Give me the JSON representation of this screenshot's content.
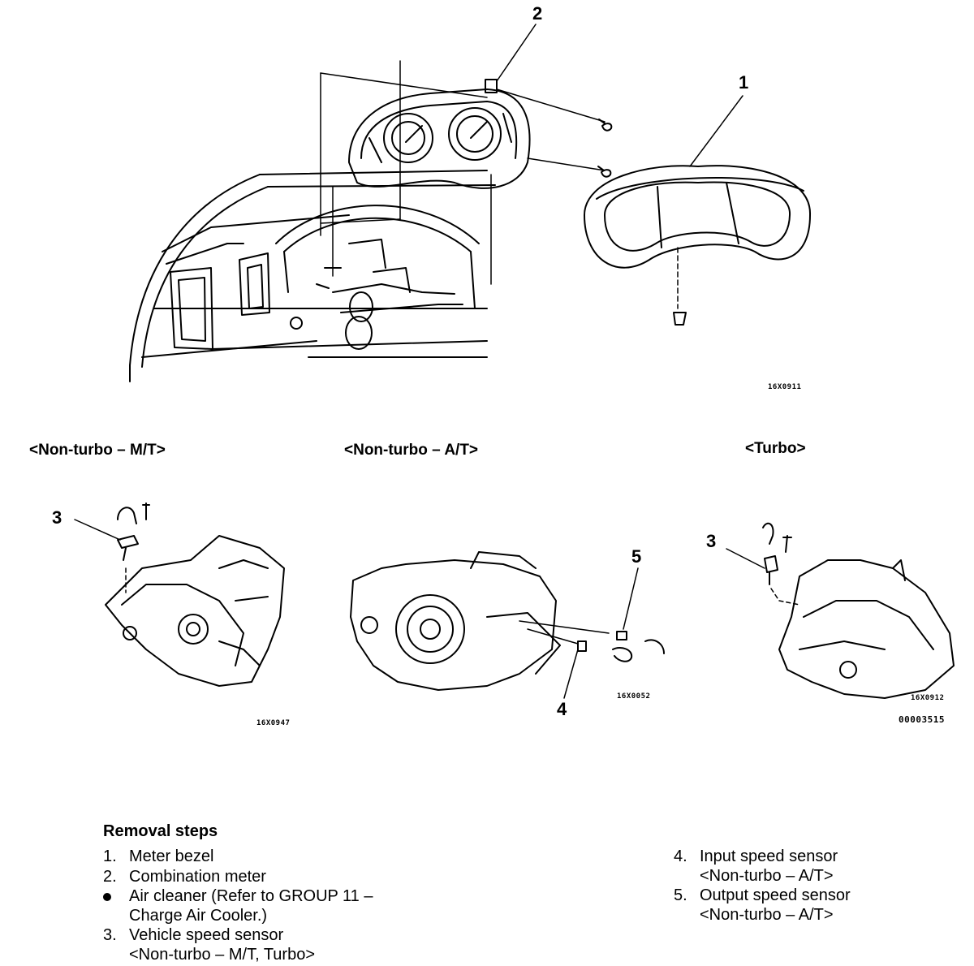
{
  "callouts": {
    "c1": "1",
    "c2": "2",
    "c3a": "3",
    "c3b": "3",
    "c4": "4",
    "c5": "5"
  },
  "figure_codes": {
    "top": "16X0911",
    "mt": "16X0947",
    "at": "16X0052",
    "turbo": "16X0912",
    "doc": "00003515"
  },
  "sections": {
    "mt": "<Non-turbo – M/T>",
    "at": "<Non-turbo – A/T>",
    "turbo": "<Turbo>"
  },
  "removal": {
    "title": "Removal steps",
    "left": [
      {
        "num": "1.",
        "text": "Meter bezel"
      },
      {
        "num": "2.",
        "text": "Combination meter"
      },
      {
        "bullet": true,
        "text": "Air cleaner (Refer to GROUP 11 –",
        "sub": "Charge Air Cooler.)"
      },
      {
        "num": "3.",
        "text": "Vehicle speed sensor",
        "sub": "<Non-turbo – M/T, Turbo>"
      }
    ],
    "right": [
      {
        "num": "4.",
        "text": "Input speed sensor",
        "sub": "<Non-turbo – A/T>"
      },
      {
        "num": "5.",
        "text": "Output speed sensor",
        "sub": "<Non-turbo – A/T>"
      }
    ]
  }
}
